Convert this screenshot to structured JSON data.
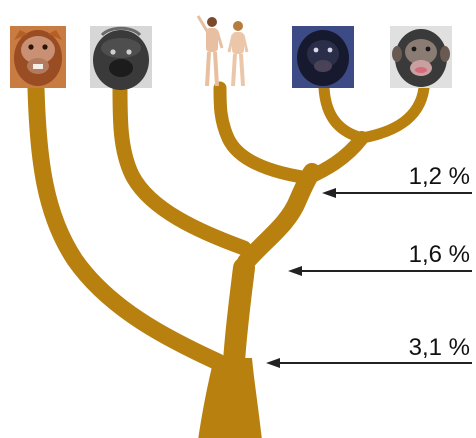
{
  "colors": {
    "branch": "#b8800f",
    "pointer": "#222222",
    "label": "#111111"
  },
  "species_icons": [
    {
      "name": "orangutan-icon"
    },
    {
      "name": "gorilla-icon"
    },
    {
      "name": "human-pair-icon"
    },
    {
      "name": "bonobo-icon"
    },
    {
      "name": "chimpanzee-icon"
    }
  ],
  "divergence_markers": [
    {
      "label": "1,2 %"
    },
    {
      "label": "1,6 %"
    },
    {
      "label": "3,1 %"
    }
  ]
}
